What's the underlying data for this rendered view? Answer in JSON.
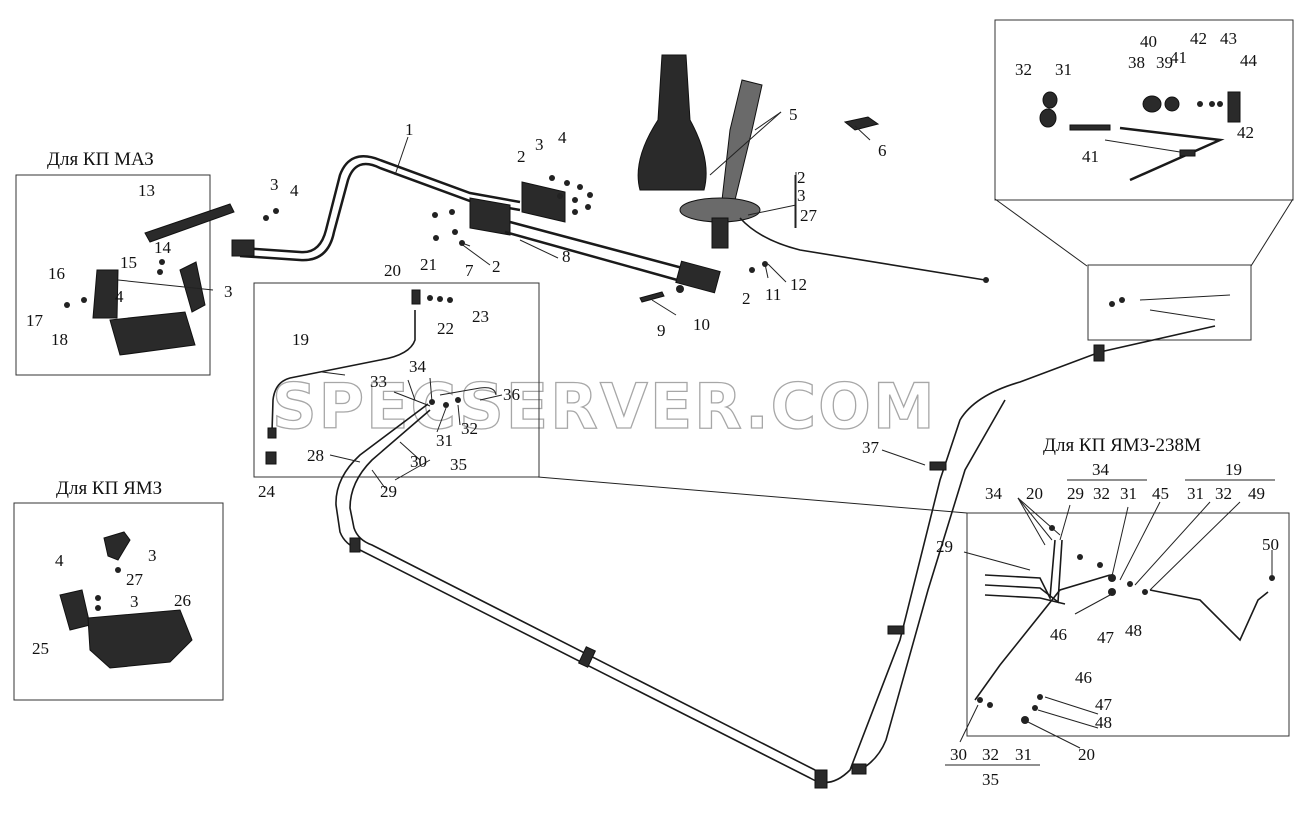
{
  "watermark": "SPECSERVER.COM",
  "insets": {
    "maz_title": "Для КП МАЗ",
    "yamz_title": "Для КП ЯМЗ",
    "yamz238_title": "Для КП ЯМЗ-238М"
  },
  "labels": {
    "n1": "1",
    "n2a": "2",
    "n3a": "3",
    "n4a": "4",
    "n2b": "2",
    "n3b": "3",
    "n4b": "4",
    "n5": "5",
    "n6": "6",
    "n2c": "2",
    "n3c": "3",
    "n27c": "27",
    "n7": "7",
    "n2d": "2",
    "n8": "8",
    "n9": "9",
    "n10": "10",
    "n2e": "2",
    "n11": "11",
    "n12": "12",
    "n20": "20",
    "n21": "21",
    "n22": "22",
    "n23": "23",
    "n19": "19",
    "n34": "34",
    "n33": "33",
    "n36": "36",
    "n31": "31",
    "n32": "32",
    "n30": "30",
    "n35": "35",
    "n28": "28",
    "n29": "29",
    "n24": "24",
    "n37": "37",
    "m13": "13",
    "m14": "14",
    "m15": "15",
    "m16": "16",
    "m4": "4",
    "m3": "3",
    "m17": "17",
    "m18": "18",
    "y3a": "3",
    "y4": "4",
    "y27": "27",
    "y3b": "3",
    "y26": "26",
    "y25": "25",
    "t32": "32",
    "t31": "31",
    "t38": "38",
    "t39": "39",
    "t40": "40",
    "t41": "41",
    "t42": "42",
    "t43": "43",
    "t44": "44",
    "t42b": "42",
    "t41b": "41",
    "r34top": "34",
    "r29": "29",
    "r32": "32",
    "r31": "31",
    "r19top": "19",
    "r31b": "31",
    "r32b": "32",
    "r49": "49",
    "r34": "34",
    "r20": "20",
    "r45": "45",
    "r29b": "29",
    "r50": "50",
    "r46": "46",
    "r47": "47",
    "r48": "48",
    "r46b": "46",
    "r47b": "47",
    "r48b": "48",
    "r20b": "20",
    "r30": "30",
    "r32c": "32",
    "r31c": "31",
    "r35": "35"
  }
}
